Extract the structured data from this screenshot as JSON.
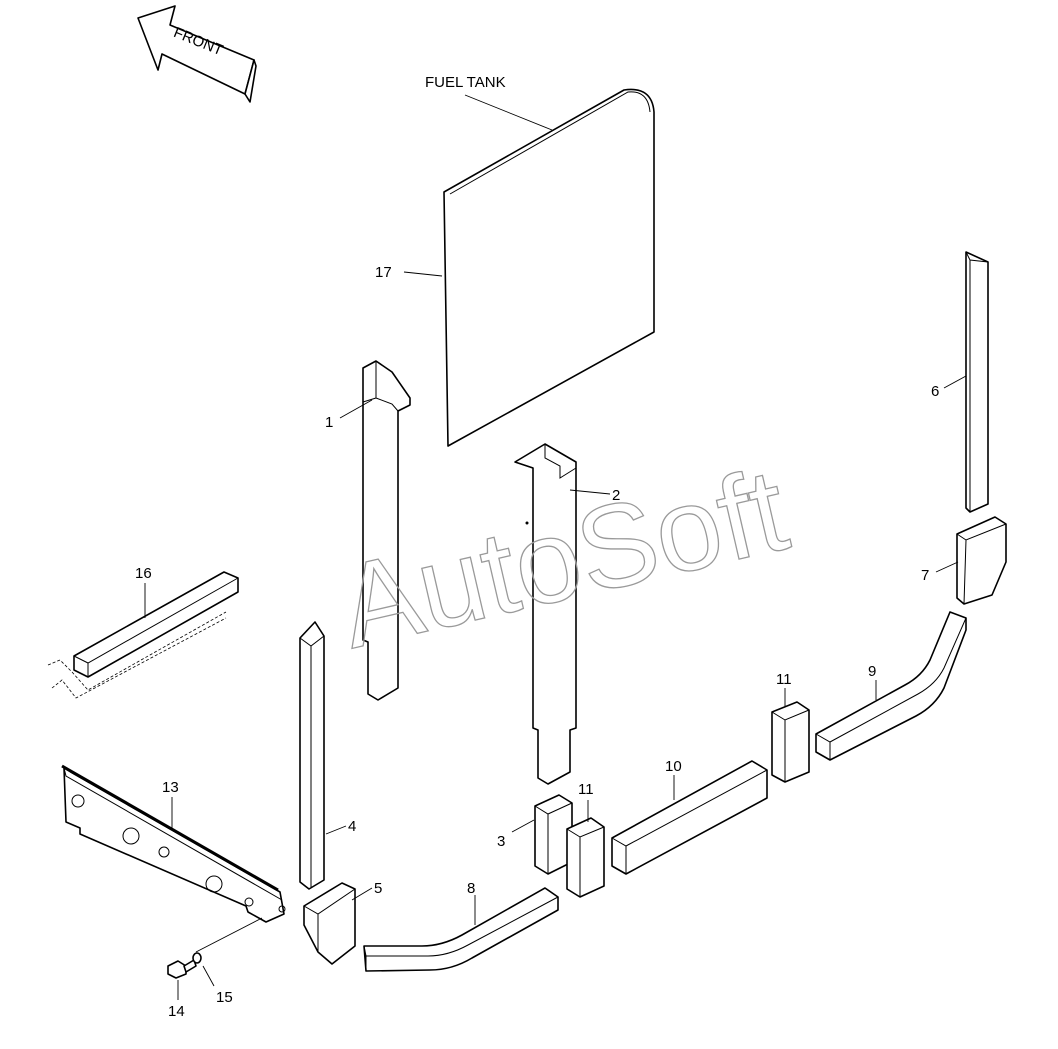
{
  "diagram": {
    "front_label": "FRONT",
    "fuel_tank_label": "FUEL TANK",
    "watermark": "AutoSoft",
    "callouts": {
      "p1": "1",
      "p2": "2",
      "p3": "3",
      "p4": "4",
      "p5": "5",
      "p6": "6",
      "p7": "7",
      "p8": "8",
      "p9": "9",
      "p10": "10",
      "p11a": "11",
      "p11b": "11",
      "p13": "13",
      "p14": "14",
      "p15": "15",
      "p16": "16",
      "p17": "17"
    }
  }
}
